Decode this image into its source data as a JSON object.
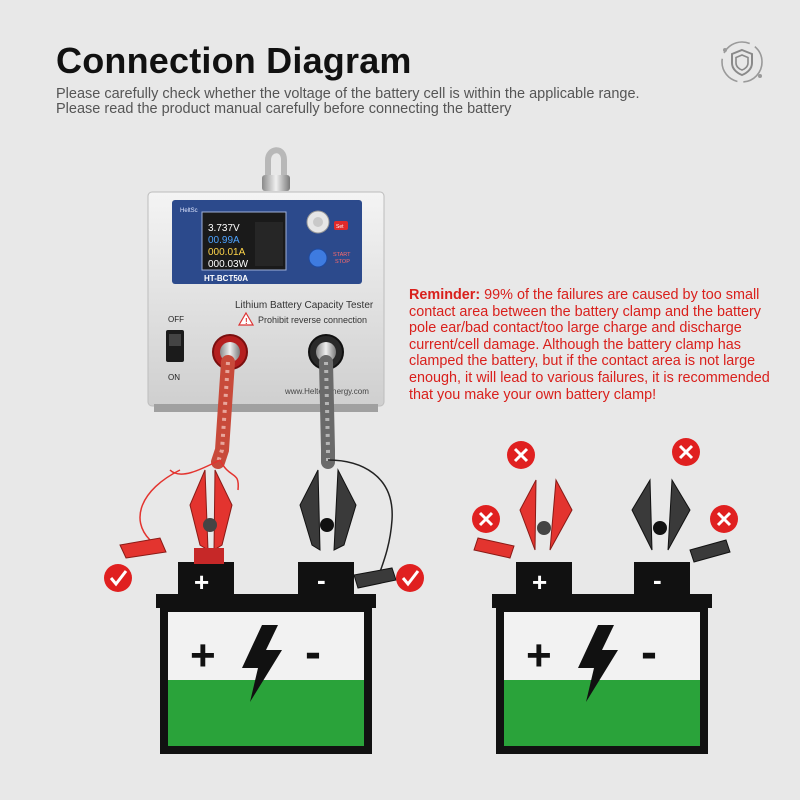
{
  "header": {
    "title": "Connection Diagram",
    "subtitle_line1": "Please carefully check whether the voltage of the battery cell is within the applicable range.",
    "subtitle_line2": "Please read the product manual carefully before connecting the battery"
  },
  "reminder": {
    "label": "Reminder:",
    "text": " 99% of the failures are caused by too small contact area between the battery clamp and the battery pole ear/bad contact/too large charge and discharge current/cell damage. Although the battery clamp has clamped the battery, but if the contact area is not large enough, it will lead to various failures, it is recommended that you make your own battery clamp!"
  },
  "device": {
    "brand": "HeltSc",
    "model": "HT-BCT50A",
    "name": "Lithium Battery Capacity Tester",
    "warning": "Prohibit reverse connection",
    "website": "www.HeltecEnergy.com",
    "switch_off": "OFF",
    "switch_on": "ON",
    "set_label": "Set",
    "start_label": "START",
    "stop_label": "STOP",
    "readings": [
      "3.737V",
      "00.99A",
      "000.01A",
      "000.03W"
    ]
  },
  "battery": {
    "plus": "+",
    "minus": "-"
  },
  "colors": {
    "accent_red": "#d9201c",
    "battery_fill": "#2aa33a",
    "clamp_red": "#e3342f",
    "clamp_black": "#3a3a3a"
  },
  "icons": {
    "correct": "check-mark-icon",
    "wrong": "cross-mark-icon",
    "shield": "shield-icon"
  }
}
